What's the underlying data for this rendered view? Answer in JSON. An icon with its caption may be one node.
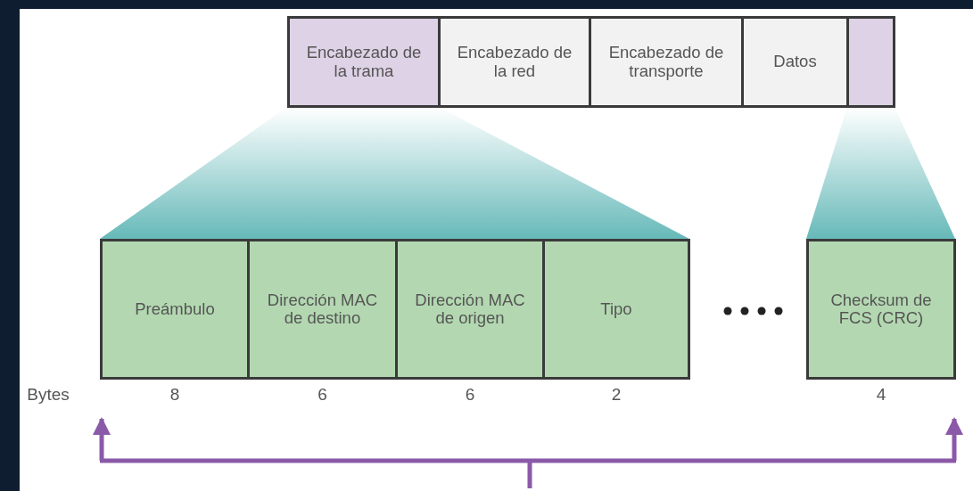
{
  "diagram": {
    "nodes": [
      {
        "text": [
          "Encabezado de la trama"
        ]
      },
      {
        "text": [
          "Encabezado de la red"
        ]
      },
      {
        "text": [
          "Encabezado de transporte"
        ]
      },
      {
        "text": [
          "Datos"
        ]
      },
      {
        "text": [],
        "shape": "box"
      },
      {
        "text": [
          "Preámbulo"
        ],
        "beside": [
          "8"
        ]
      },
      {
        "text": [
          "Dirección MAC de destino"
        ],
        "beside": [
          "6"
        ]
      },
      {
        "text": [
          "Dirección MAC de origen"
        ],
        "beside": [
          "6"
        ]
      },
      {
        "text": [
          "Tipo"
        ],
        "beside": [
          "2"
        ]
      },
      {
        "text": [
          "Checksum de FCS (CRC)"
        ],
        "beside": [
          "4"
        ]
      }
    ],
    "labels": [
      "Bytes"
    ]
  }
}
